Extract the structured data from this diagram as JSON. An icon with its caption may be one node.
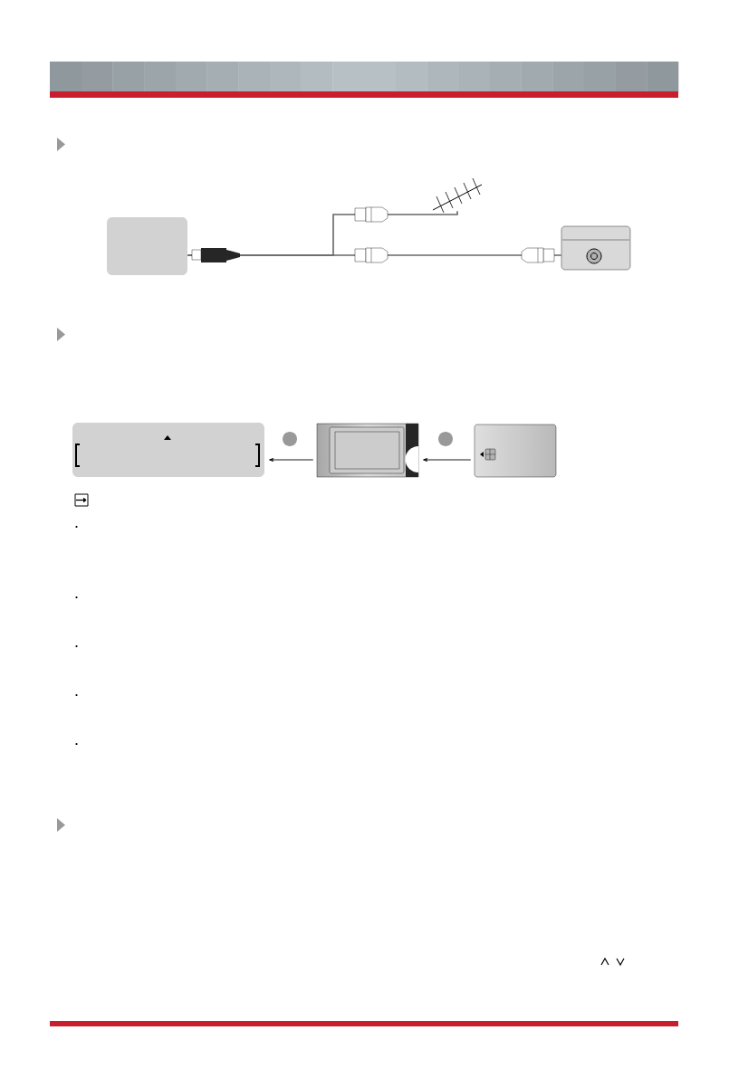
{
  "diagram": {
    "nodes": [
      {
        "text": [],
        "shape": "box"
      },
      {
        "text": [],
        "shape": "antenna"
      },
      {
        "text": [],
        "shape": "socket"
      },
      {
        "text": [],
        "shape": "box"
      },
      {
        "text": [],
        "shape": "card"
      },
      {
        "text": [],
        "shape": "card"
      }
    ],
    "edges": [
      {
        "from": 0,
        "to": 2,
        "arrow": "none"
      },
      {
        "from": 0,
        "to": 1,
        "arrow": "none"
      },
      {
        "from": 4,
        "to": 3,
        "arrow": "to",
        "color": "#000000"
      },
      {
        "from": 5,
        "to": 4,
        "arrow": "to",
        "color": "#000000"
      }
    ]
  }
}
